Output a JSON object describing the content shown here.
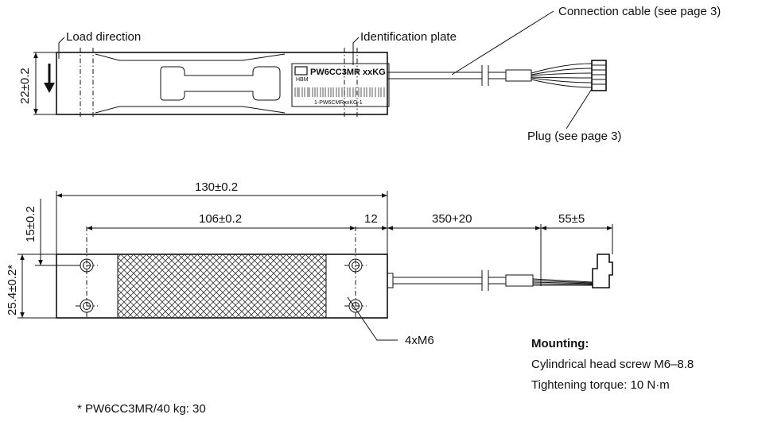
{
  "top_view": {
    "load_direction": "Load direction",
    "identification_plate": "Identification plate",
    "connection_cable": "Connection cable (see page 3)",
    "plug": "Plug (see page 3)",
    "height_dim": "22±0.2",
    "plate_text": "PW6CC3MR xxKG",
    "plate_brand": "HBM",
    "plate_code": "1-PW6CMRxxKG-1"
  },
  "bottom_view": {
    "dim_total_length": "130±0.2",
    "dim_hole_spacing": "106±0.2",
    "dim_end_offset": "12",
    "dim_cable_length": "350+20",
    "dim_plug_length": "55±5",
    "dim_hole_offset": "15±0.2",
    "dim_width": "25.4±0.2*",
    "holes_label": "4xM6"
  },
  "mounting": {
    "heading": "Mounting:",
    "screw": "Cylindrical head screw M6–8.8",
    "torque": "Tightening torque: 10 N·m"
  },
  "footnote": "* PW6CC3MR/40 kg: 30"
}
